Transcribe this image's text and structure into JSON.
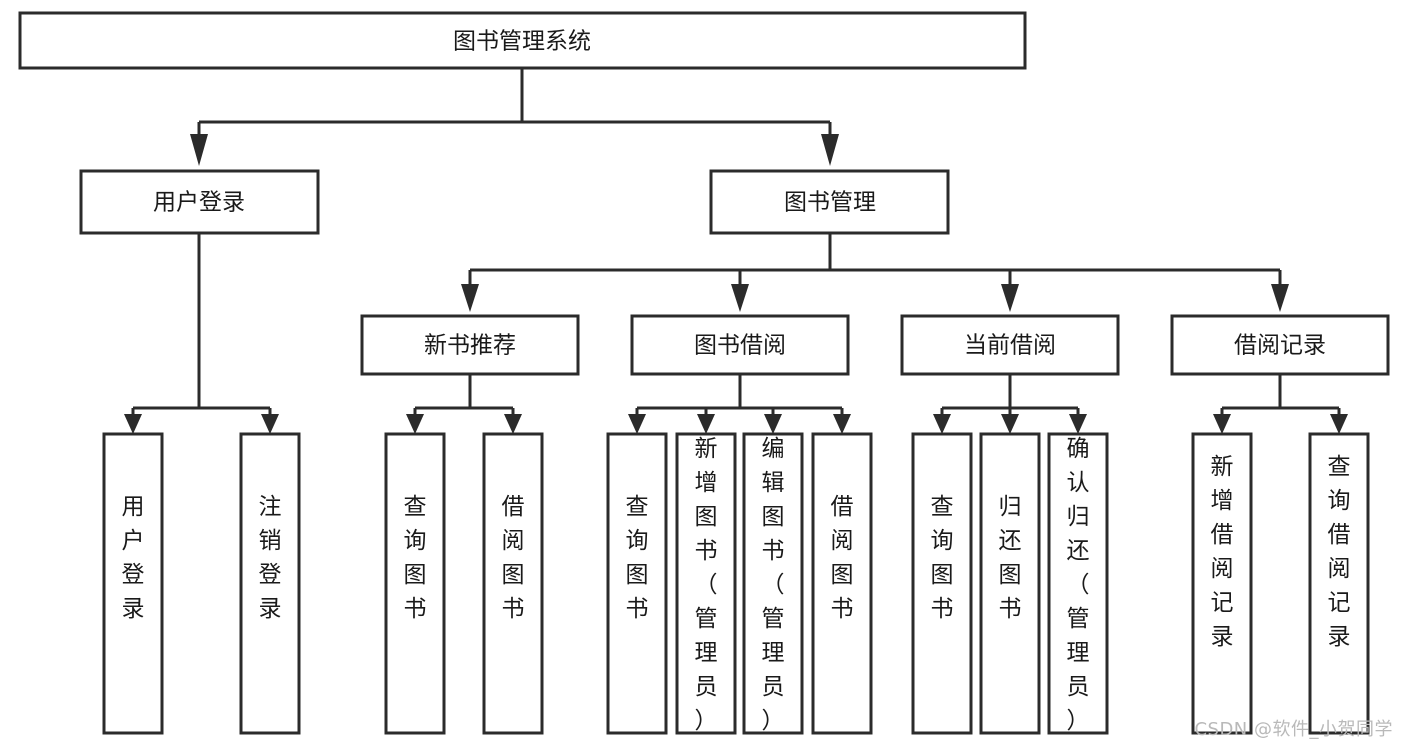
{
  "diagram": {
    "title": "图书管理系统",
    "type": "tree-hierarchy",
    "root": {
      "id": "root",
      "label": "图书管理系统"
    },
    "level2": [
      {
        "id": "user-login",
        "label": "用户登录"
      },
      {
        "id": "book-management",
        "label": "图书管理"
      }
    ],
    "level3": [
      {
        "id": "new-book-recommend",
        "label": "新书推荐",
        "parent": "book-management"
      },
      {
        "id": "book-borrow",
        "label": "图书借阅",
        "parent": "book-management"
      },
      {
        "id": "current-borrow",
        "label": "当前借阅",
        "parent": "book-management"
      },
      {
        "id": "borrow-record",
        "label": "借阅记录",
        "parent": "book-management"
      }
    ],
    "leaves": [
      {
        "id": "leaf-user-login",
        "label": "用户登录",
        "parent": "user-login"
      },
      {
        "id": "leaf-logout-login",
        "label": "注销登录",
        "parent": "user-login"
      },
      {
        "id": "leaf-query-book-1",
        "label": "查询图书",
        "parent": "new-book-recommend"
      },
      {
        "id": "leaf-borrow-book-1",
        "label": "借阅图书",
        "parent": "new-book-recommend"
      },
      {
        "id": "leaf-query-book-2",
        "label": "查询图书",
        "parent": "book-borrow"
      },
      {
        "id": "leaf-add-book",
        "label": "新增图书（管理员）",
        "parent": "book-borrow"
      },
      {
        "id": "leaf-edit-book",
        "label": "编辑图书（管理员）",
        "parent": "book-borrow"
      },
      {
        "id": "leaf-borrow-book-2",
        "label": "借阅图书",
        "parent": "book-borrow"
      },
      {
        "id": "leaf-query-book-3",
        "label": "查询图书",
        "parent": "current-borrow"
      },
      {
        "id": "leaf-return-book",
        "label": "归还图书",
        "parent": "current-borrow"
      },
      {
        "id": "leaf-confirm-return",
        "label": "确认归还（管理员）",
        "parent": "current-borrow"
      },
      {
        "id": "leaf-add-record",
        "label": "新增借阅记录",
        "parent": "borrow-record"
      },
      {
        "id": "leaf-query-record",
        "label": "查询借阅记录",
        "parent": "borrow-record"
      }
    ],
    "colors": {
      "stroke": "#2b2b2b",
      "fill": "#ffffff",
      "text": "#1a1a1a",
      "watermark": "#b9b9b9"
    }
  },
  "watermark": {
    "text": "CSDN @软件_小贺同学"
  }
}
